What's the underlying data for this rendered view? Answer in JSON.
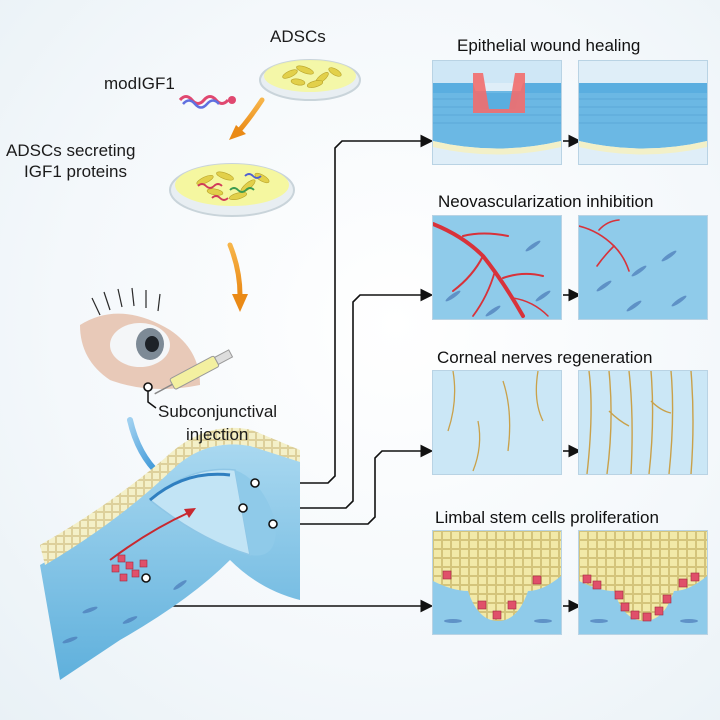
{
  "labels": {
    "adscs": "ADSCs",
    "modigf1": "modIGF1",
    "secreting_line1": "ADSCs secreting",
    "secreting_line2": "IGF1 proteins",
    "injection_line1": "Subconjunctival",
    "injection_line2": "injection"
  },
  "outcomes": [
    {
      "title": "Epithelial wound healing"
    },
    {
      "title": "Neovascularization inhibition"
    },
    {
      "title": "Corneal  nerves regeneration"
    },
    {
      "title": "Limbal stem cells proliferation"
    }
  ],
  "colors": {
    "tissue_blue": "#8cc8e6",
    "epithelium_blue": "#5aaee0",
    "wound_red": "#f26d6d",
    "vessel_red": "#d8323a",
    "nerve_gold": "#c9a14a",
    "stem_cell_red": "#e0506a",
    "arrow_orange": "#f0a030",
    "arrow_blue": "#3a9ad8"
  }
}
